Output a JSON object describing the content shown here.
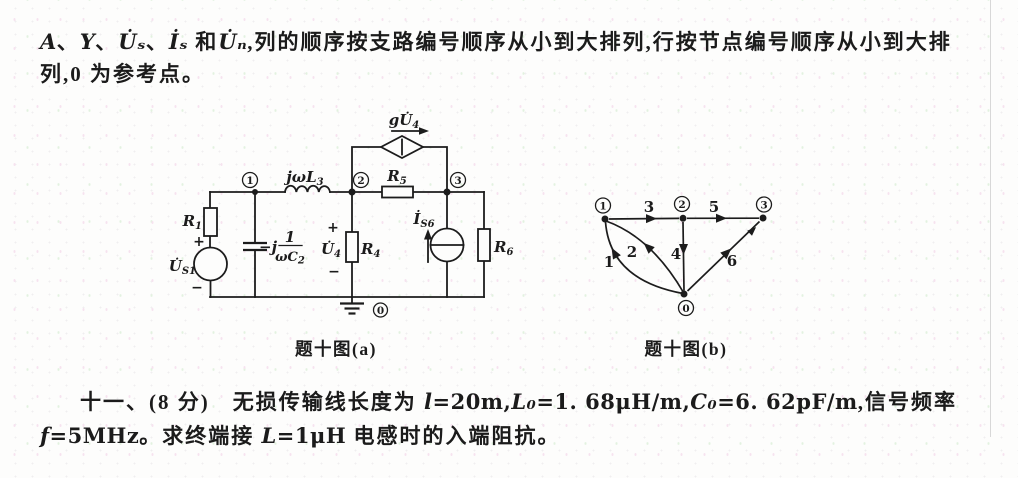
{
  "texts": {
    "intro_line1": [
      {
        "t": "m",
        "v": "A"
      },
      {
        "t": "c",
        "v": "、"
      },
      {
        "t": "m",
        "v": "Y"
      },
      {
        "t": "c",
        "v": "、"
      },
      {
        "t": "m",
        "v": "U̇ₛ"
      },
      {
        "t": "c",
        "v": "、"
      },
      {
        "t": "m",
        "v": "İₛ"
      },
      {
        "t": "c",
        "v": " 和"
      },
      {
        "t": "m",
        "v": "U̇ₙ"
      },
      {
        "t": "c",
        "v": ",列的顺序按支路编号顺序从小到大排列,行按节点编号顺序从小到大排"
      }
    ],
    "intro_line2": [
      {
        "t": "c",
        "v": "列,0 为参考点。"
      }
    ],
    "caption_a": "题十图(a)",
    "caption_b": "题十图(b)",
    "prob_line1": [
      {
        "t": "c",
        "v": "十一、(8 分)　无损传输线长度为 "
      },
      {
        "t": "m",
        "v": "l"
      },
      {
        "t": "r",
        "v": "=20m,"
      },
      {
        "t": "m",
        "v": "L₀"
      },
      {
        "t": "r",
        "v": "=1. 68μH/m,"
      },
      {
        "t": "m",
        "v": "C₀"
      },
      {
        "t": "r",
        "v": "=6. 62pF/m"
      },
      {
        "t": "c",
        "v": ",信号频率"
      }
    ],
    "prob_line2": [
      {
        "t": "m",
        "v": "f"
      },
      {
        "t": "r",
        "v": "=5MHz"
      },
      {
        "t": "c",
        "v": "。求终端接 "
      },
      {
        "t": "m",
        "v": "L"
      },
      {
        "t": "r",
        "v": "=1μH"
      },
      {
        "t": "c",
        "v": " 电感时的入端阻抗。"
      }
    ]
  },
  "circuit": {
    "nodes": {
      "n1": "1",
      "n2": "2",
      "n3": "3",
      "n0": "0"
    },
    "r1": {
      "b": "R",
      "s": "1"
    },
    "us1": {
      "b": "U̇",
      "s": "S1"
    },
    "us1_plus": "+",
    "us1_minus": "−",
    "cap": {
      "prefix": "−j",
      "num": "1",
      "den_b": "ωC",
      "den_s": "2"
    },
    "l3": {
      "b": "jωL",
      "s": "3"
    },
    "u4": {
      "b": "U̇",
      "s": "4"
    },
    "u4_plus": "+",
    "u4_minus": "−",
    "r4": {
      "b": "R",
      "s": "4"
    },
    "r5": {
      "b": "R",
      "s": "5"
    },
    "vccs": {
      "b": "gU̇",
      "s": "4"
    },
    "is6": {
      "b": "İ",
      "s": "S6"
    },
    "r6": {
      "b": "R",
      "s": "6"
    }
  },
  "graph": {
    "nodes": [
      "1",
      "2",
      "3",
      "0"
    ],
    "edges": [
      "1",
      "2",
      "3",
      "4",
      "5",
      "6"
    ]
  },
  "ink_color": "#1b1b1b"
}
